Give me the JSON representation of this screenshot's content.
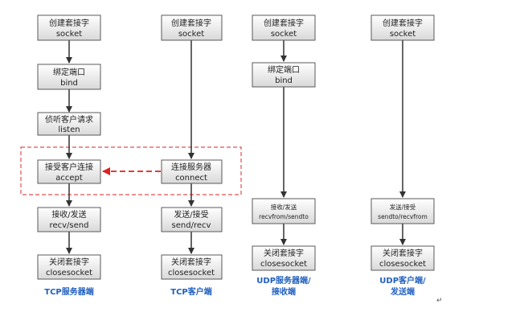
{
  "tcp_server": {
    "steps": [
      {
        "line1": "创建套接字",
        "line2": "socket"
      },
      {
        "line1": "绑定端口",
        "line2": "bind"
      },
      {
        "line1": "侦听客户请求",
        "line2": "listen"
      },
      {
        "line1": "接受客户连接",
        "line2": "accept"
      },
      {
        "line1": "接收/发送",
        "line2": "recv/send"
      },
      {
        "line1": "关闭套接字",
        "line2": "closesocket"
      }
    ],
    "caption": "TCP服务器端"
  },
  "tcp_client": {
    "steps": [
      {
        "line1": "创建套接字",
        "line2": "socket"
      },
      {
        "line1": "连接服务器",
        "line2": "connect"
      },
      {
        "line1": "发送/接受",
        "line2": "send/recv"
      },
      {
        "line1": "关闭套接字",
        "line2": "closesocket"
      }
    ],
    "caption": "TCP客户端"
  },
  "udp_server": {
    "steps": [
      {
        "line1": "创建套接字",
        "line2": "socket"
      },
      {
        "line1": "绑定端口",
        "line2": "bind"
      },
      {
        "line1": "接收/发送",
        "line2": "recvfrom/sendto"
      },
      {
        "line1": "关闭套接字",
        "line2": "closesocket"
      }
    ],
    "caption_line1": "UDP服务器端/",
    "caption_line2": "接收端"
  },
  "udp_client": {
    "steps": [
      {
        "line1": "创建套接字",
        "line2": "socket"
      },
      {
        "line1": "发送/接受",
        "line2": "sendto/recvfrom"
      },
      {
        "line1": "关闭套接字",
        "line2": "closesocket"
      }
    ],
    "caption_line1": "UDP客户端/",
    "caption_line2": "发送端"
  },
  "colors": {
    "connect_arrow": "#e02020",
    "dashed_frame": "#e05050",
    "caption": "#1f5fbf"
  },
  "paragraph_mark": "↵"
}
